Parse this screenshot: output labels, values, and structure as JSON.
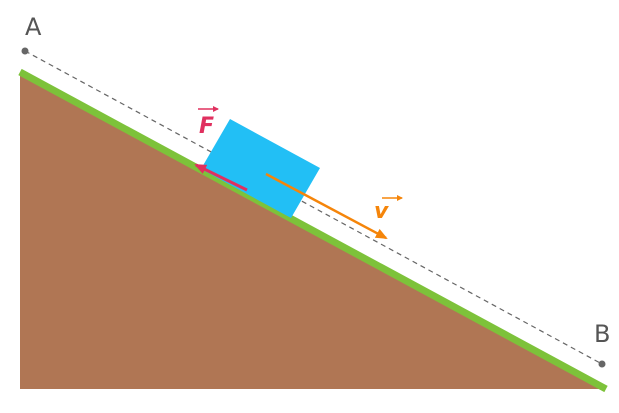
{
  "points": {
    "a": {
      "label": "A"
    },
    "b": {
      "label": "B"
    }
  },
  "vectors": {
    "force": {
      "label": "F"
    },
    "velocity": {
      "label": "v"
    }
  },
  "colors": {
    "ground": "#b07654",
    "grass": "#7dc23a",
    "block": "#22bff5",
    "force": "#e0305f",
    "velocity": "#f5850a",
    "reference_line": "#666666"
  }
}
